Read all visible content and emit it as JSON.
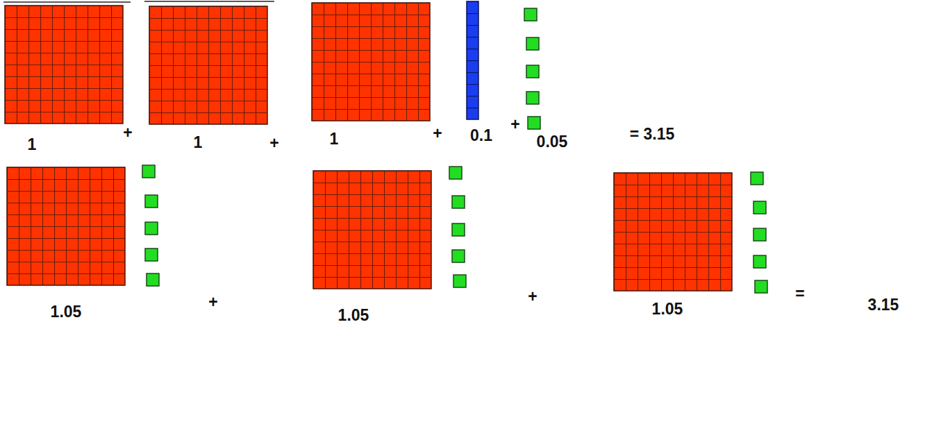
{
  "diagram": {
    "labels": [
      "1",
      "+",
      "1",
      "+",
      "1",
      "+",
      "0.1",
      "+",
      "0.05",
      "= 3.15",
      "1.05",
      "+",
      "1.05",
      "+",
      "1.05",
      "=",
      "3.15"
    ]
  }
}
